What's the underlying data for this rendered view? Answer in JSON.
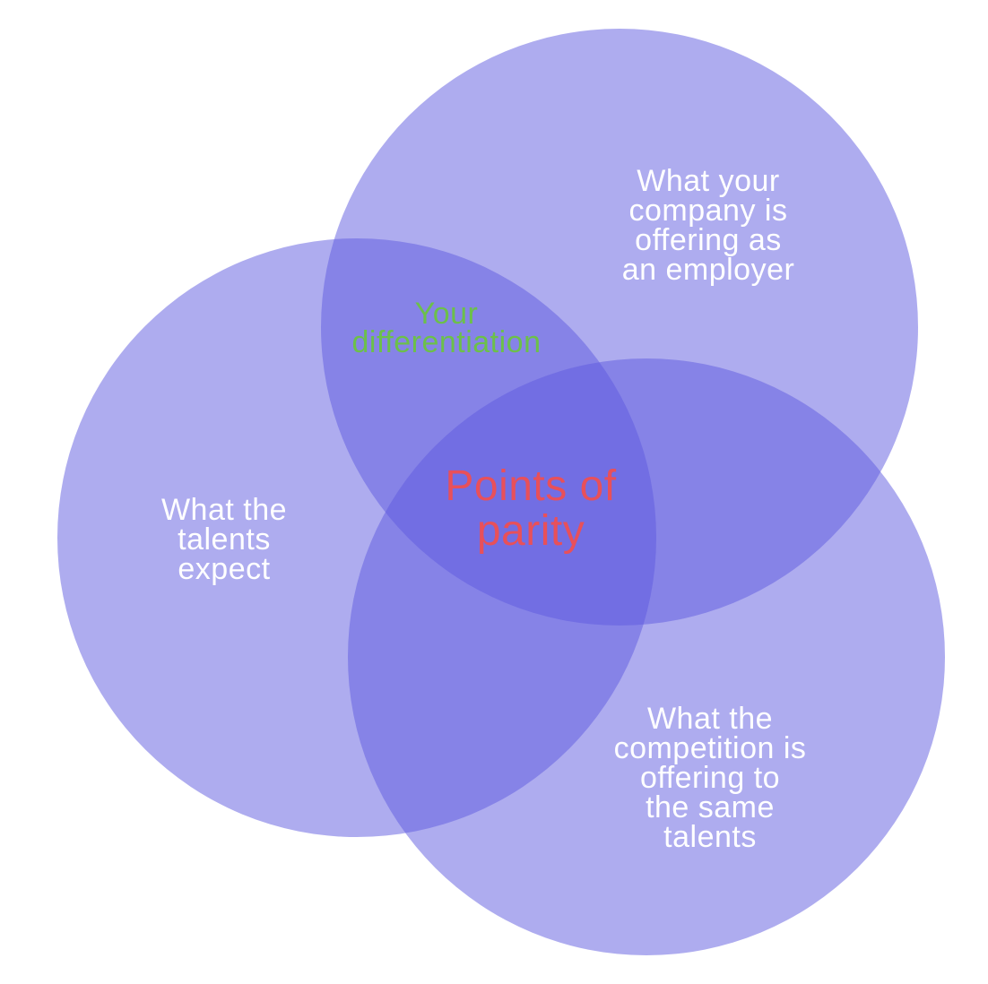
{
  "circles": [
    {
      "id": "company",
      "label": "What your\ncompany is\noffering as\nan employer"
    },
    {
      "id": "talents",
      "label": "What the\ntalents\nexpect"
    },
    {
      "id": "competition",
      "label": "What the\ncompetition is\noffering to\nthe same\ntalents"
    }
  ],
  "overlaps": {
    "differentiation": "Your\ndifferentiation",
    "parity": "Points of\nparity"
  },
  "colors": {
    "circle_fill": "#5e5ae0",
    "label_text": "#ffffff",
    "differentiation_text": "#6cc04a",
    "parity_text": "#e8505a"
  }
}
